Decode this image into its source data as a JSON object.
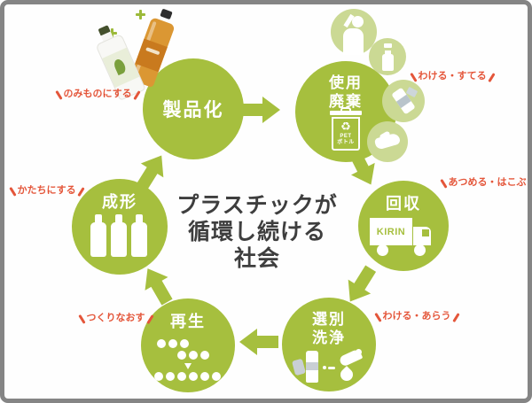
{
  "title": {
    "lines": [
      "プラスチックが",
      "循環し続ける",
      "社会"
    ]
  },
  "steps": [
    {
      "id": "seihinka",
      "label": "製品化",
      "annotation": "のみものにする"
    },
    {
      "id": "shiyou-haiki",
      "line1": "使用",
      "line2": "廃棄",
      "annotation": "わける・すてる",
      "bin": {
        "recycle_symbol": "♻",
        "line1": "PET",
        "line2": "ボトル"
      }
    },
    {
      "id": "kaishuu",
      "label": "回収",
      "annotation": "あつめる・はこぶ",
      "truck_label": "KIRIN"
    },
    {
      "id": "senbetsu-senjou",
      "line1": "選別",
      "line2": "洗浄",
      "annotation": "わける・あらう"
    },
    {
      "id": "saisei",
      "label": "再生",
      "annotation": "つくりなおす"
    },
    {
      "id": "seikei",
      "label": "成形",
      "annotation": "かたちにする"
    }
  ],
  "colors": {
    "step_green": "#a6bf3e",
    "light_green": "#cbd994",
    "annotation_red": "#e4563a",
    "title_text": "#3e3e3e",
    "frame_border": "#858585"
  }
}
